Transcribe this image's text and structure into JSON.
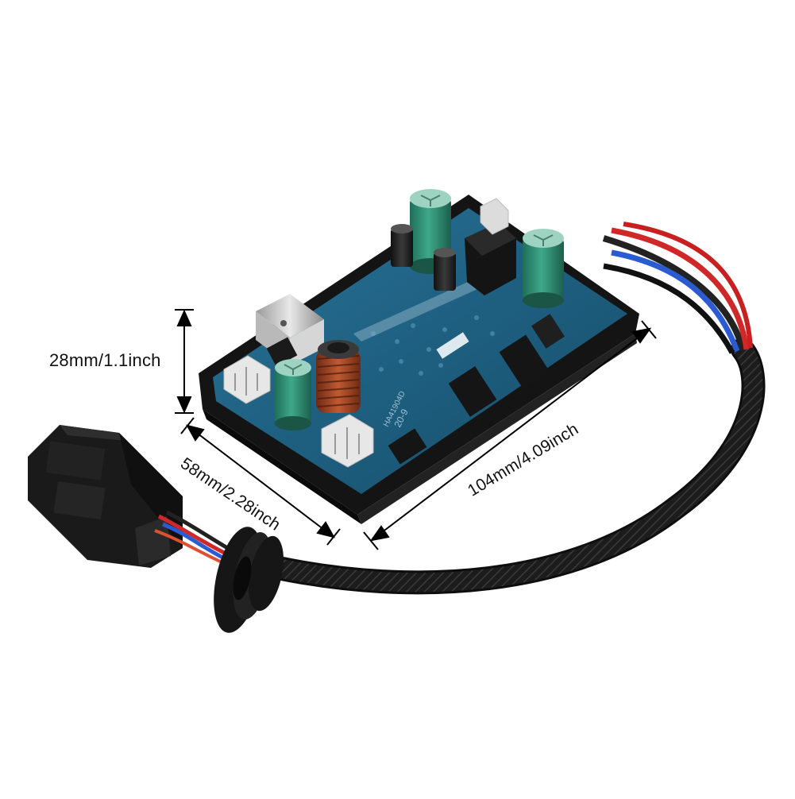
{
  "dimensions": {
    "height": "28mm/1.1inch",
    "width": "58mm/2.28inch",
    "length": "104mm/4.09inch"
  },
  "board_markings": {
    "model": "HA41904D",
    "date": "20-9"
  },
  "colors": {
    "pcb": "#1e5f80",
    "housing": "#1a1a1a",
    "capacitor": "#2f8f75",
    "coil": "#a64a2a",
    "wire_red": "#d02828",
    "wire_blue": "#2a5bd0",
    "wire_black": "#222222"
  }
}
